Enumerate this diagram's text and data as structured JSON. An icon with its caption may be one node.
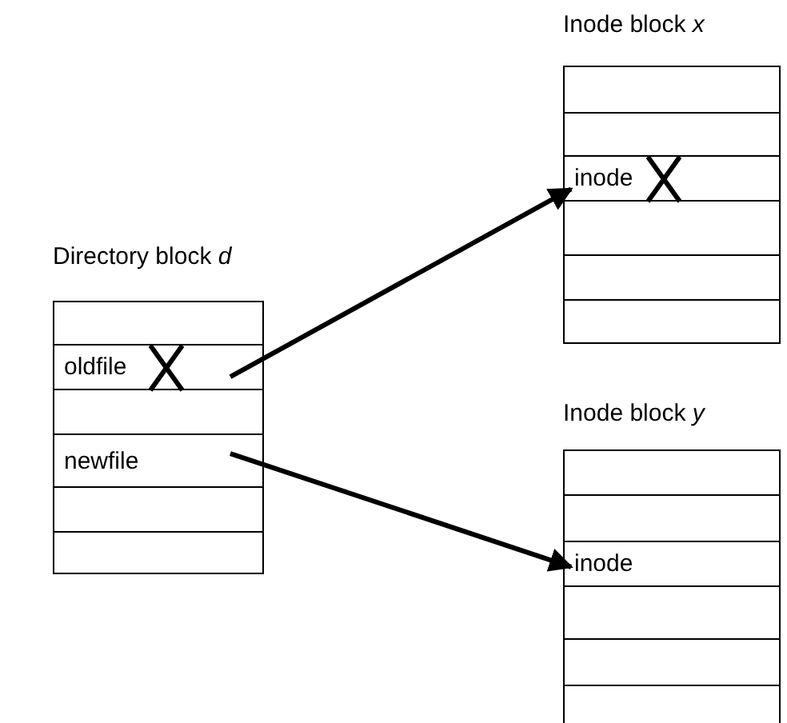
{
  "diagram": {
    "nodes": [
      {
        "text": [
          "Directory block *d*"
        ]
      },
      {
        "text": [
          "oldfile"
        ],
        "in": 0
      },
      {
        "text": [
          "newfile"
        ],
        "in": 0
      },
      {
        "text": [
          "Inode block *x*"
        ]
      },
      {
        "text": [
          "inode"
        ],
        "in": 3
      },
      {
        "text": [
          "Inode block *y*"
        ]
      },
      {
        "text": [
          "inode"
        ],
        "in": 5
      }
    ],
    "edges": [
      {
        "from": 1,
        "to": 4,
        "arrow": "to"
      },
      {
        "from": 2,
        "to": 6,
        "arrow": "to"
      }
    ]
  }
}
